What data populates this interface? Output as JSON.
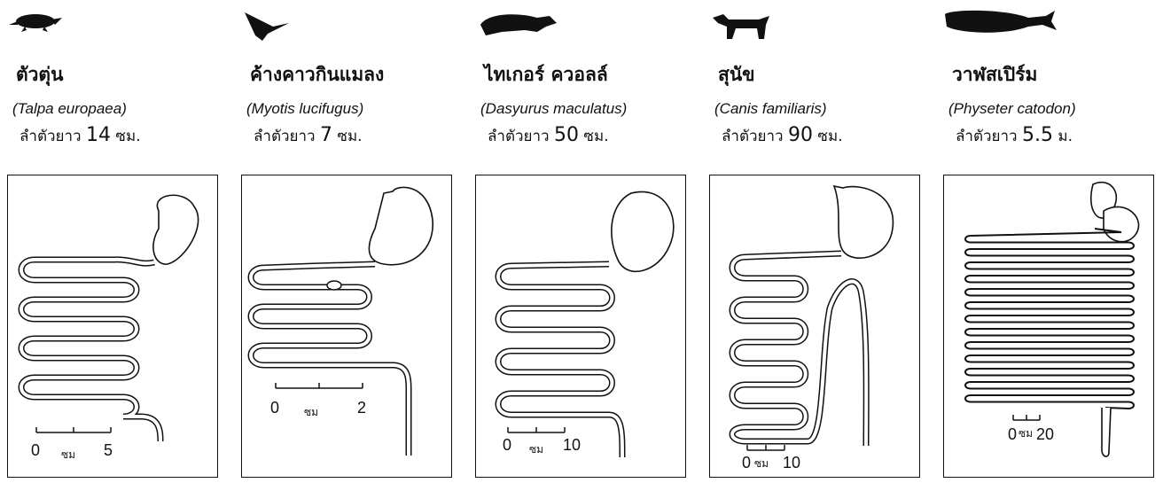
{
  "animals": [
    {
      "thai_name": "ตัวตุ่น",
      "scientific_name": "(Talpa europaea)",
      "length_prefix": "ลำตัวยาว",
      "length_value": "14",
      "length_unit": "ซม.",
      "scale": {
        "start": "0",
        "unit": "ซม",
        "end": "5"
      }
    },
    {
      "thai_name": "ค้างคาวกินแมลง",
      "scientific_name": "(Myotis lucifugus)",
      "length_prefix": "ลำตัวยาว",
      "length_value": "7",
      "length_unit": "ซม.",
      "scale": {
        "start": "0",
        "unit": "ซม",
        "end": "2"
      }
    },
    {
      "thai_name": "ไทเกอร์ ควอลล์",
      "scientific_name": "(Dasyurus maculatus)",
      "length_prefix": "ลำตัวยาว",
      "length_value": "50",
      "length_unit": "ซม.",
      "scale": {
        "start": "0",
        "unit": "ซม",
        "end": "10"
      }
    },
    {
      "thai_name": "สุนัข",
      "scientific_name": "(Canis familiaris)",
      "length_prefix": "ลำตัวยาว",
      "length_value": "90",
      "length_unit": "ซม.",
      "scale": {
        "start": "0",
        "unit": "ซม",
        "end": "10"
      }
    },
    {
      "thai_name": "วาฬสเปิร์ม",
      "scientific_name": "(Physeter catodon)",
      "length_prefix": "ลำตัวยาว",
      "length_value": "5.5",
      "length_unit": "ม.",
      "scale": {
        "start": "0",
        "unit": "ซม",
        "end": "20"
      }
    }
  ],
  "colors": {
    "ink": "#111111",
    "panel_bg": "#ffffff"
  },
  "icons": [
    "mole-silhouette-icon",
    "bat-silhouette-icon",
    "quoll-silhouette-icon",
    "dog-silhouette-icon",
    "whale-silhouette-icon"
  ]
}
